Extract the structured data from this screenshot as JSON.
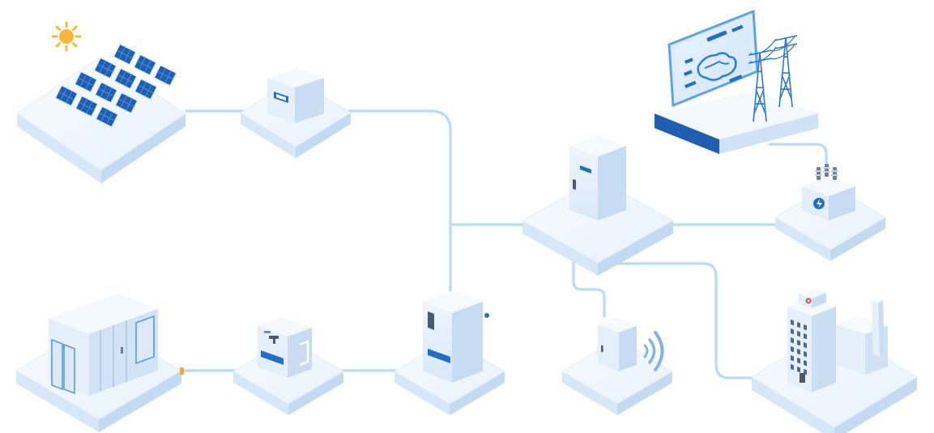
{
  "diagram": {
    "title": "",
    "palette": {
      "connector": "#b8dcf4",
      "platform_top": "#f1f7fd",
      "platform_side": "#d6e8f8",
      "platform_edge": "#c2dbf3",
      "cabinet_front": "#e2eefb",
      "cabinet_side": "#c5dbf3",
      "cabinet_top": "#f4f9ff",
      "accent": "#1f6fc8",
      "accent_dark": "#1c4f9a",
      "solar_cell": "#1b5fb6",
      "sun": "#f7b83a",
      "port": "#f2a93b"
    },
    "nodes": [
      {
        "id": "solar-array",
        "icon": "solar-panel-icon"
      },
      {
        "id": "inverter",
        "icon": "inverter-box-icon"
      },
      {
        "id": "grid-monitoring-screen",
        "icon": "monitor-screen-icon"
      },
      {
        "id": "transmission-tower",
        "icon": "power-tower-icon"
      },
      {
        "id": "distribution-cabinet",
        "icon": "cabinet-icon"
      },
      {
        "id": "transformer",
        "icon": "transformer-icon"
      },
      {
        "id": "battery-container",
        "icon": "battery-container-icon"
      },
      {
        "id": "charger-unit",
        "icon": "charger-icon"
      },
      {
        "id": "pcs-cabinet",
        "icon": "cabinet-icon"
      },
      {
        "id": "wireless-meter",
        "icon": "wireless-signal-icon"
      },
      {
        "id": "industrial-facility",
        "icon": "factory-icon"
      }
    ],
    "edges": [
      {
        "from": "solar-array",
        "to": "inverter"
      },
      {
        "from": "inverter",
        "to": "pcs-cabinet"
      },
      {
        "from": "pcs-cabinet",
        "to": "distribution-cabinet"
      },
      {
        "from": "distribution-cabinet",
        "to": "transformer"
      },
      {
        "from": "transformer",
        "to": "grid-monitoring-screen"
      },
      {
        "from": "distribution-cabinet",
        "to": "wireless-meter"
      },
      {
        "from": "distribution-cabinet",
        "to": "industrial-facility"
      },
      {
        "from": "battery-container",
        "to": "charger-unit"
      },
      {
        "from": "charger-unit",
        "to": "pcs-cabinet"
      }
    ]
  }
}
